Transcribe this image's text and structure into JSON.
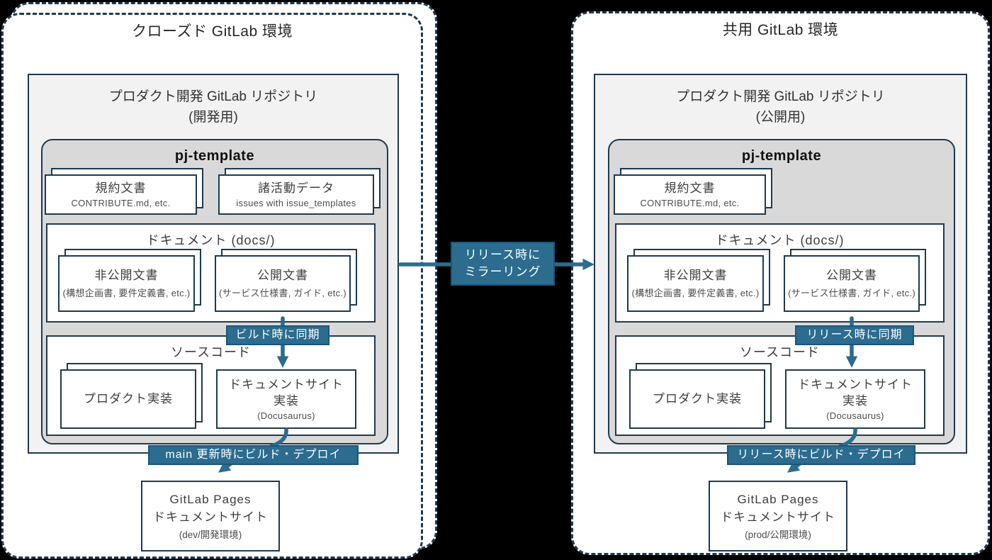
{
  "colors": {
    "accent": "#2b6c8f",
    "accent_dark": "#1b567a",
    "border": "#1e3a50",
    "panel_bg": "#ffffff",
    "repo_bg": "#f2f2f2",
    "template_bg": "#d9d9d9"
  },
  "mirror_badge": {
    "line1": "リリース時に",
    "line2": "ミラーリング"
  },
  "left": {
    "env_title": "クローズド GitLab 環境",
    "repo_title_1": "プロダクト開発 GitLab リポジトリ",
    "repo_title_2": "(開発用)",
    "template_name": "pj-template",
    "rules_title": "規約文書",
    "rules_sub": "CONTRIBUTE.md, etc.",
    "activity_title": "諸活動データ",
    "activity_sub": "issues with issue_templates",
    "docs_section_title": "ドキュメント (docs/)",
    "private_title": "非公開文書",
    "private_sub": "(構想企画書, 要件定義書, etc.)",
    "public_title": "公開文書",
    "public_sub": "(サービス仕様書, ガイド, etc.)",
    "sync_badge": "ビルド時に同期",
    "source_section_title": "ソースコード",
    "product_title": "プロダクト実装",
    "docsite_title_1": "ドキュメントサイト",
    "docsite_title_2": "実装",
    "docsite_sub": "(Docusaurus)",
    "deploy_badge": "main 更新時にビルド・デプロイ",
    "pages_line_1": "GitLab Pages",
    "pages_line_2": "ドキュメントサイト",
    "pages_sub": "(dev/開発環境)"
  },
  "right": {
    "env_title": "共用 GitLab 環境",
    "repo_title_1": "プロダクト開発 GitLab リポジトリ",
    "repo_title_2": "(公開用)",
    "template_name": "pj-template",
    "rules_title": "規約文書",
    "rules_sub": "CONTRIBUTE.md, etc.",
    "docs_section_title": "ドキュメント (docs/)",
    "private_title": "非公開文書",
    "private_sub": "(構想企画書, 要件定義書, etc.)",
    "public_title": "公開文書",
    "public_sub": "(サービス仕様書, ガイド, etc.)",
    "sync_badge": "リリース時に同期",
    "source_section_title": "ソースコード",
    "product_title": "プロダクト実装",
    "docsite_title_1": "ドキュメントサイト",
    "docsite_title_2": "実装",
    "docsite_sub": "(Docusaurus)",
    "deploy_badge": "リリース時にビルド・デプロイ",
    "pages_line_1": "GitLab Pages",
    "pages_line_2": "ドキュメントサイト",
    "pages_sub": "(prod/公開環境)"
  }
}
